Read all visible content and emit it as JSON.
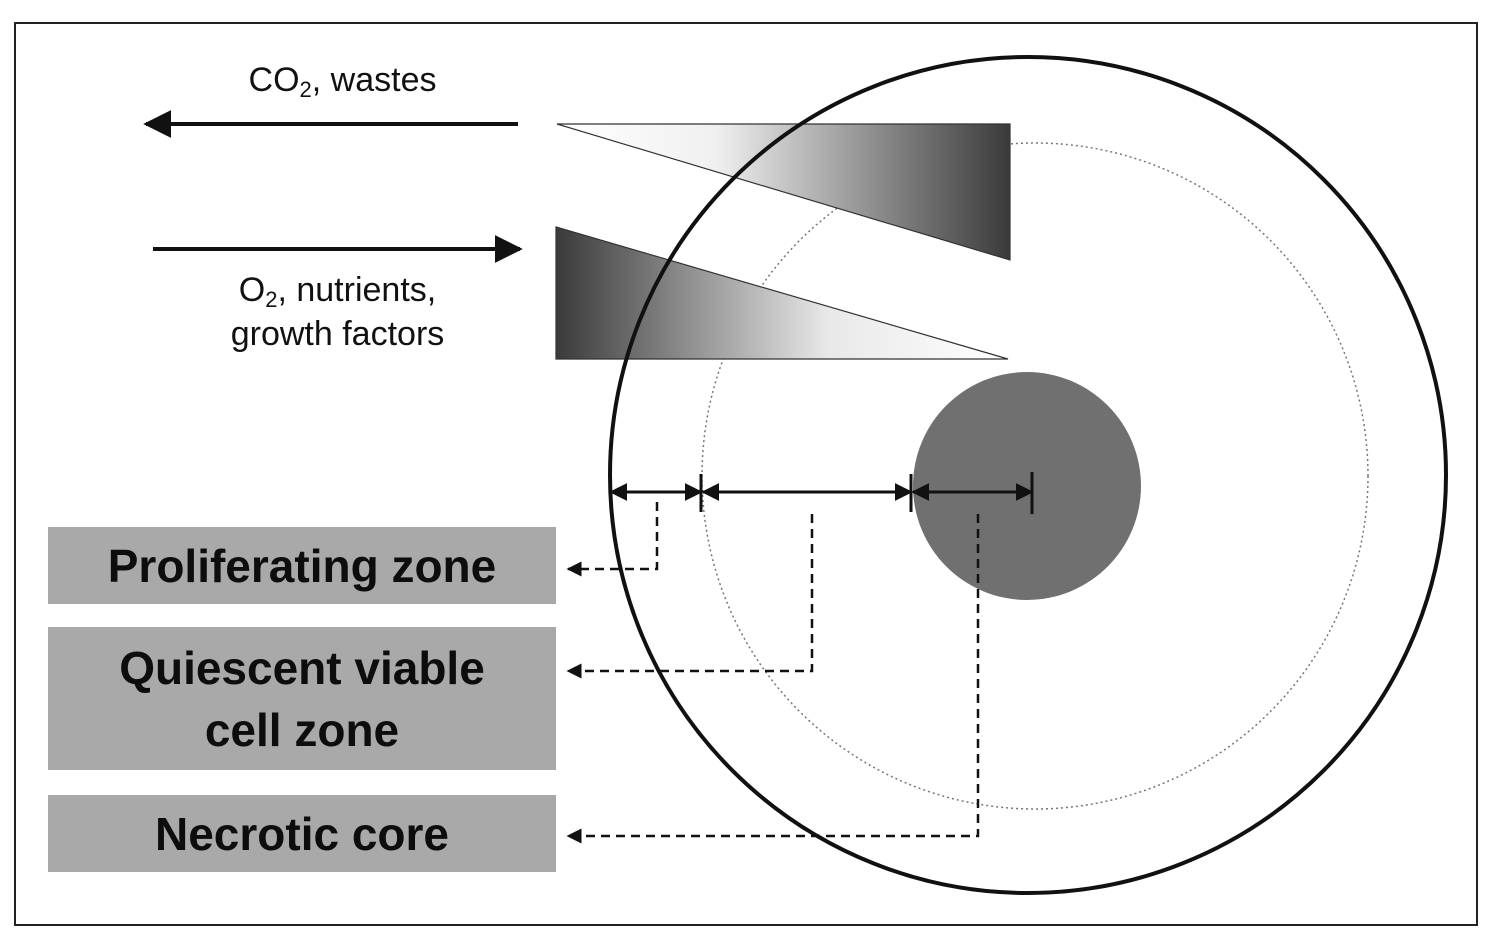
{
  "flows": {
    "outward": {
      "species": "CO",
      "subscript": "2",
      "rest": ", wastes"
    },
    "inward": {
      "species": "O",
      "subscript": "2",
      "rest": ", nutrients,",
      "line2": "growth factors"
    }
  },
  "zones": {
    "proliferating": "Proliferating zone",
    "quiescent_line1": "Quiescent viable",
    "quiescent_line2": "cell zone",
    "necrotic": "Necrotic core"
  },
  "colors": {
    "background": "#ffffff",
    "zone_box": "#a9a9a9",
    "necrotic_core": "#707070",
    "gradient_dark": "#3a3a3a",
    "outline": "#111111"
  }
}
